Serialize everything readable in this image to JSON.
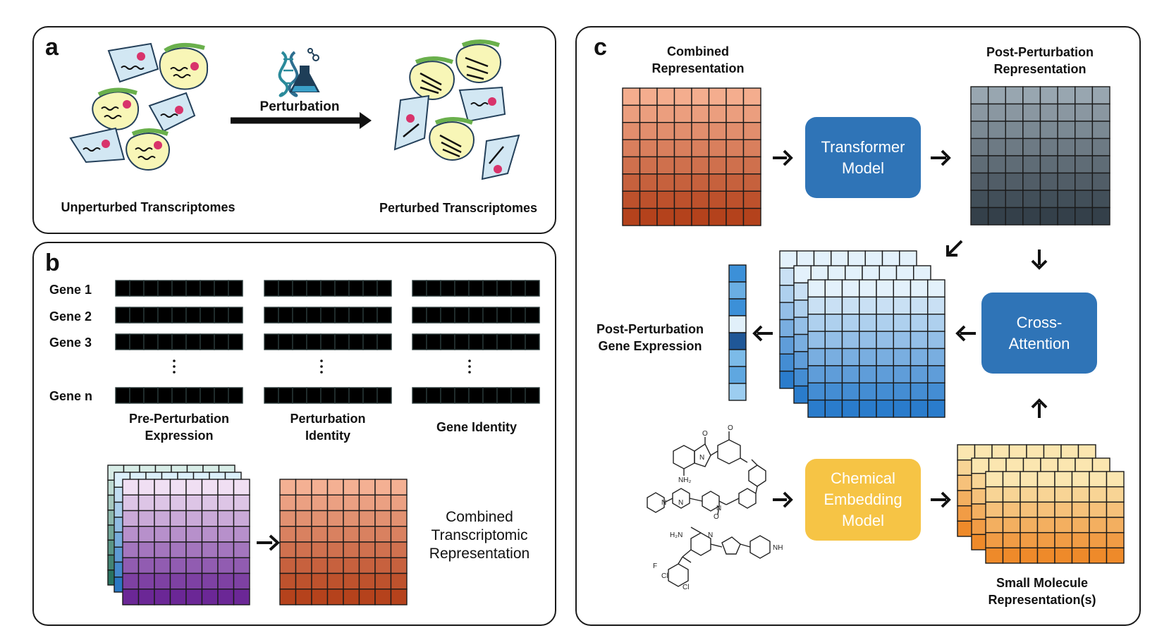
{
  "panels": {
    "a": {
      "letter": "a",
      "perturbation_label": "Perturbation",
      "left_caption": "Unperturbed Transcriptomes",
      "right_caption": "Perturbed Transcriptomes"
    },
    "b": {
      "letter": "b",
      "gene_labels": [
        "Gene 1",
        "Gene 2",
        "Gene 3",
        "Gene n"
      ],
      "column_captions": [
        [
          "Pre-Perturbation",
          "Expression"
        ],
        [
          "Perturbation",
          "Identity"
        ],
        [
          "Gene Identity"
        ]
      ],
      "combined_caption": [
        "Combined",
        "Transcriptomic",
        "Representation"
      ]
    },
    "c": {
      "letter": "c",
      "combined_title": [
        "Combined",
        "Representation"
      ],
      "post_title": [
        "Post-Perturbation",
        "Representation"
      ],
      "transformer_label": [
        "Transformer",
        "Model"
      ],
      "cross_attention_label": [
        "Cross-",
        "Attention"
      ],
      "chemical_label": [
        "Chemical",
        "Embedding",
        "Model"
      ],
      "gene_expr_caption": [
        "Post-Perturbation",
        "Gene Expression"
      ],
      "small_molecule_caption": [
        "Small Molecule",
        "Representation(s)"
      ],
      "molecule_atoms": [
        "NH₂",
        "N",
        "N",
        "N",
        "N",
        "H₂N",
        "N",
        "Cl",
        "F",
        "Cl",
        "NH",
        "O",
        "O",
        "O"
      ]
    }
  },
  "colors": {
    "transformer": "#2f74b7",
    "cross_attention": "#2f74b7",
    "chemical": "#f6c445",
    "combined_orange": [
      "#f2a98a",
      "#b8431d"
    ],
    "post_gray": [
      "#95a3ad",
      "#36424a"
    ]
  }
}
